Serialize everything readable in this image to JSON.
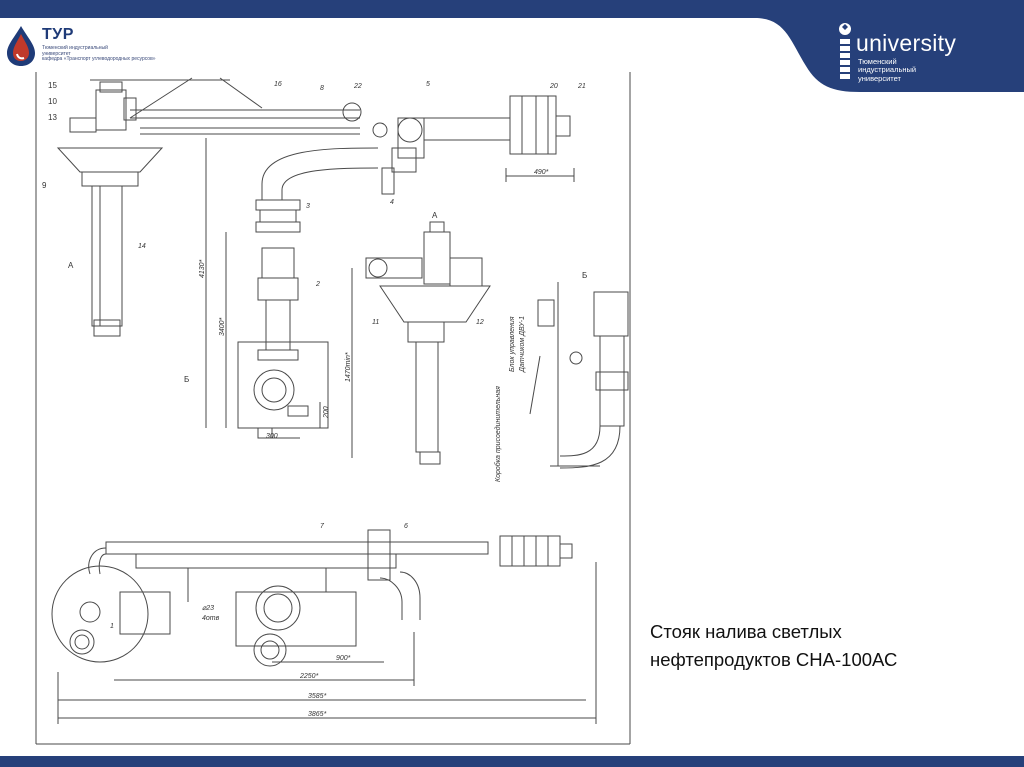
{
  "header": {
    "left_logo": {
      "name": "ТУР",
      "subtitle_lines": [
        "Тюменский индустриальный",
        "университет",
        "кафедра «Транспорт углеводородных ресурсов»"
      ]
    },
    "right_logo": {
      "word": "university",
      "subtitle_lines": [
        "Тюменский",
        "индустриальный",
        "университет"
      ]
    }
  },
  "drawing": {
    "part_numbers": [
      "15",
      "10",
      "13",
      "9",
      "16",
      "8",
      "22",
      "5",
      "20",
      "21",
      "3",
      "4",
      "14",
      "2",
      "11",
      "12",
      "7",
      "6",
      "1"
    ],
    "view_labels": [
      "А",
      "А",
      "Б",
      "Б"
    ],
    "dimensions": [
      "490*",
      "4130*",
      "3400*",
      "1470min*",
      "200",
      "300",
      "900*",
      "2250*",
      "3585*",
      "3865*"
    ],
    "notes": [
      "⌀23",
      "4отв",
      "Блок управления",
      "Датчиком ДВУ-1",
      "Коробка присоединительная"
    ]
  },
  "caption": {
    "line1": "Стояк налива светлых",
    "line2": "нефтепродуктов СНА-100АС"
  },
  "colors": {
    "brand_navy": "#26407a",
    "drawing_line": "#4a4a4a"
  }
}
